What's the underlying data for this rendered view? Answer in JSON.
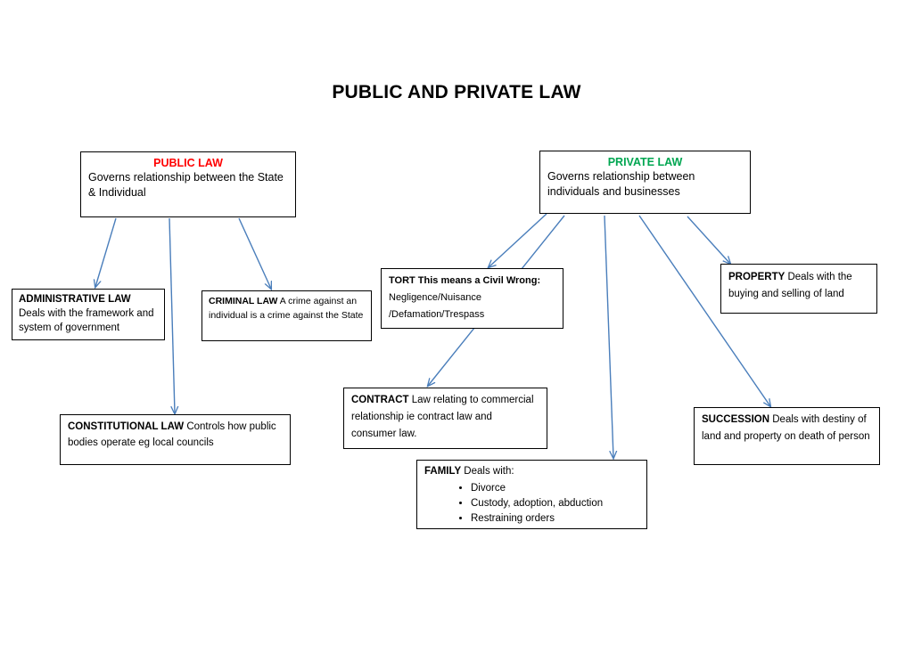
{
  "title": "PUBLIC AND PRIVATE LAW",
  "colors": {
    "public_heading": "#ff0000",
    "private_heading": "#00a651",
    "arrow": "#4a7ebb"
  },
  "public_law": {
    "heading": "PUBLIC LAW",
    "description": "Governs relationship between the State & Individual"
  },
  "private_law": {
    "heading": "PRIVATE LAW",
    "description": "Governs relationship between individuals and businesses"
  },
  "administrative_law": {
    "lead": "ADMINISTRATIVE LAW",
    "text": "Deals with the framework and system of government"
  },
  "criminal_law": {
    "lead": "CRIMINAL LAW",
    "text": " A crime against an individual is a crime against the State"
  },
  "constitutional_law": {
    "lead": "CONSTITUTIONAL LAW",
    "text": " Controls how public bodies operate eg local councils"
  },
  "tort": {
    "lead": "TORT  This means a Civil Wrong:",
    "text": "Negligence/Nuisance /Defamation/Trespass"
  },
  "property": {
    "lead": "PROPERTY",
    "text": " Deals with the buying and selling of land"
  },
  "contract": {
    "lead": "CONTRACT",
    "text": " Law relating to commercial relationship ie contract law and consumer law."
  },
  "succession": {
    "lead": "SUCCESSION",
    "text": "  Deals with destiny of land and property on death of person"
  },
  "family": {
    "lead": "FAMILY",
    "text": " Deals with:",
    "items": [
      "Divorce",
      "Custody, adoption, abduction",
      "Restraining orders"
    ]
  }
}
